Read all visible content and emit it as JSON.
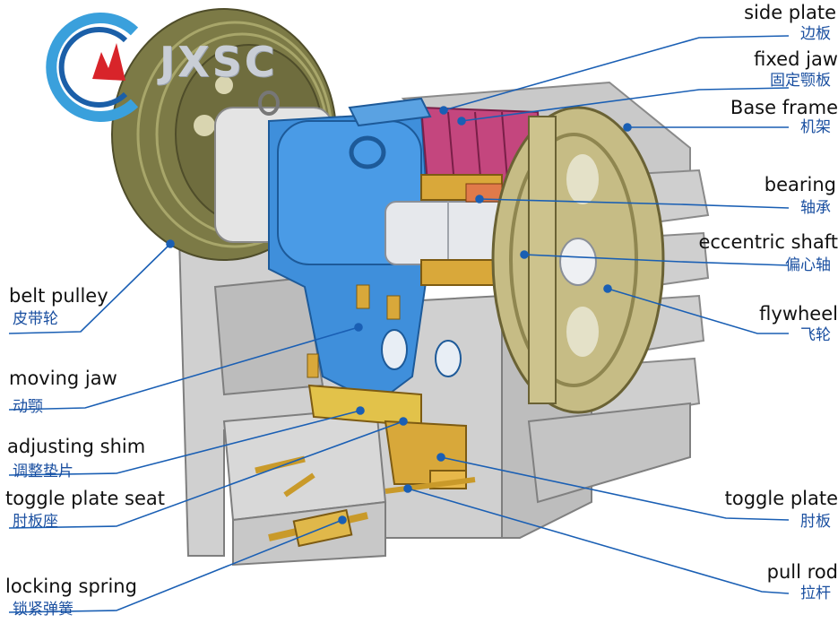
{
  "logo": {
    "text": "JXSC"
  },
  "labels": {
    "side_plate": {
      "en": "side plate",
      "zh": "边板"
    },
    "fixed_jaw": {
      "en": "fixed jaw",
      "zh": "固定颚板"
    },
    "base_frame": {
      "en": "Base frame",
      "zh": "机架"
    },
    "bearing": {
      "en": "bearing",
      "zh": "轴承"
    },
    "eccentric_shaft": {
      "en": "eccentric shaft",
      "zh": "偏心轴"
    },
    "flywheel": {
      "en": "flywheel",
      "zh": "飞轮"
    },
    "toggle_plate": {
      "en": "toggle plate",
      "zh": "肘板"
    },
    "pull_rod": {
      "en": "pull rod",
      "zh": "拉杆"
    },
    "belt_pulley": {
      "en": "belt pulley",
      "zh": "皮带轮"
    },
    "moving_jaw": {
      "en": "moving jaw",
      "zh": "动颚"
    },
    "adjusting_shim": {
      "en": "adjusting shim",
      "zh": "调整垫片"
    },
    "toggle_plate_seat": {
      "en": "toggle plate seat",
      "zh": "肘板座"
    },
    "locking_spring": {
      "en": "locking spring",
      "zh": "锁紧弹簧"
    }
  },
  "colors": {
    "leader": "#1a5fb4",
    "frame": "#c8c8c8",
    "jaw_blue": "#3a8ad8",
    "pulley": "#8c8a52",
    "flywheel": "#c9c08a",
    "brass": "#d4a830",
    "liner": "#c0407a"
  }
}
